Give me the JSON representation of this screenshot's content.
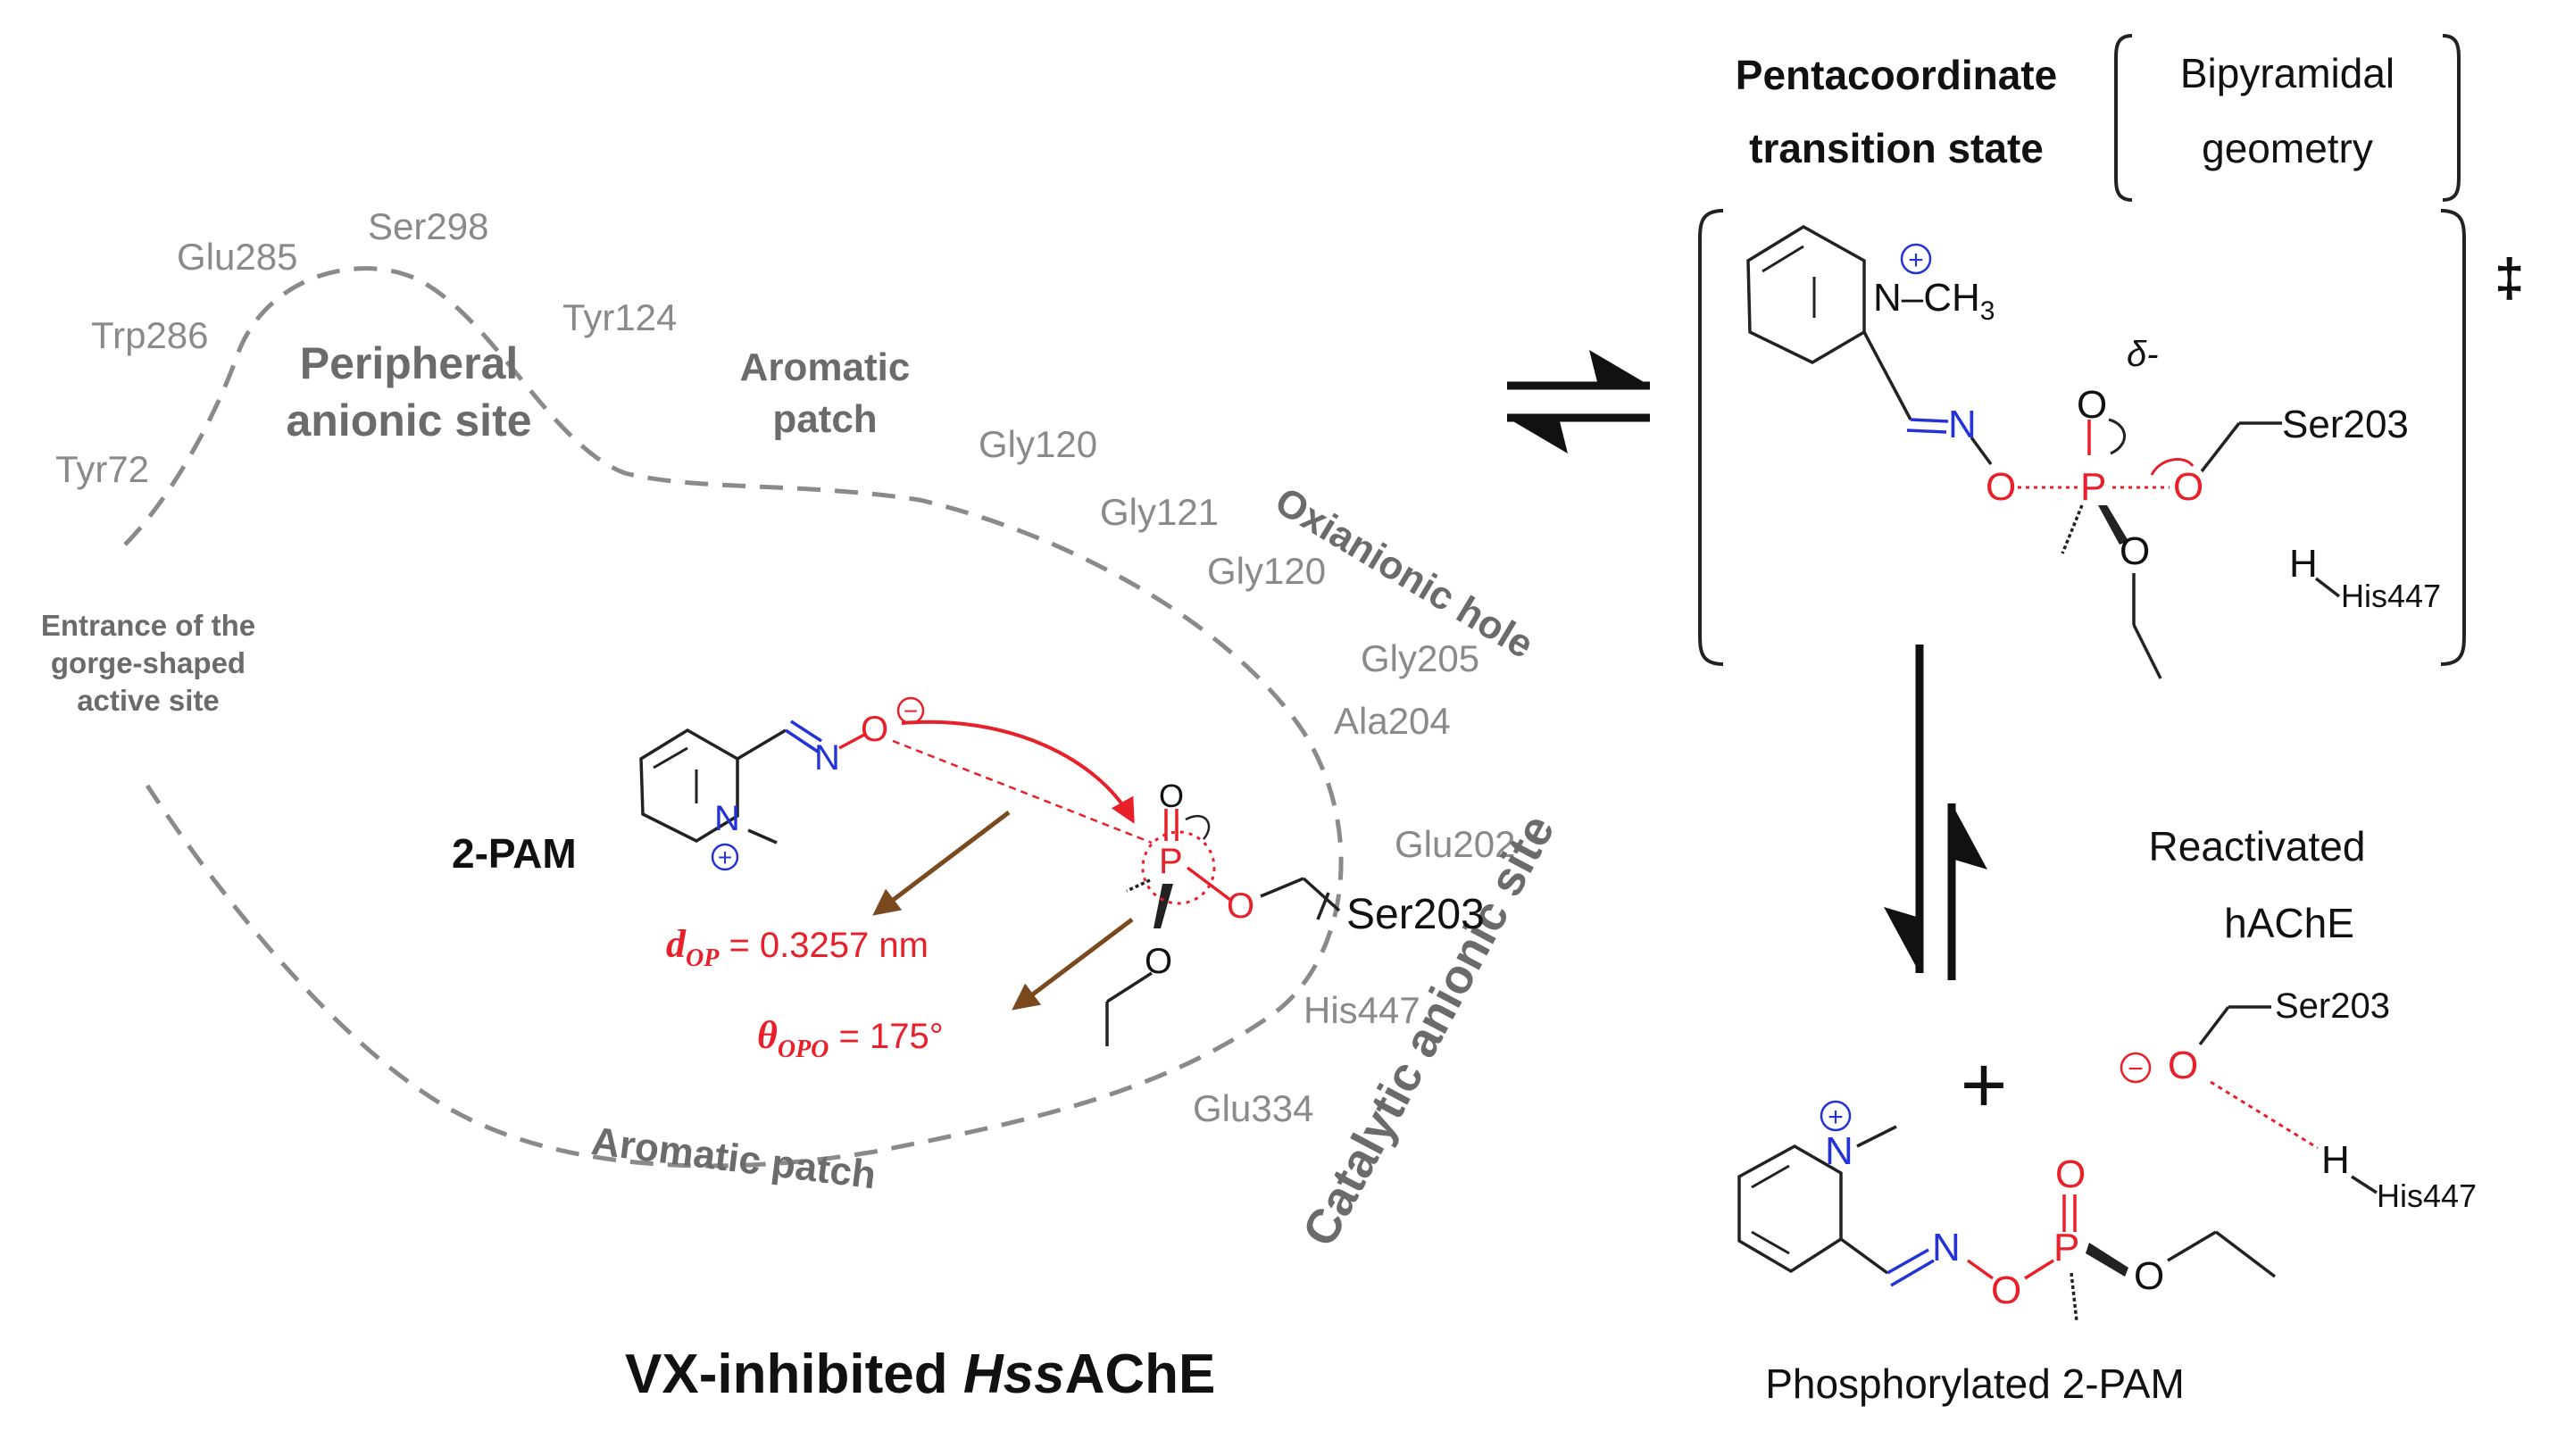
{
  "residues": {
    "glu285": "Glu285",
    "ser298": "Ser298",
    "trp286": "Trp286",
    "tyr124": "Tyr124",
    "tyr72": "Tyr72",
    "gly120_a": "Gly120",
    "gly121": "Gly121",
    "gly120_b": "Gly120",
    "gly205": "Gly205",
    "ala204": "Ala204",
    "glu202": "Glu202",
    "his447": "His447",
    "glu334": "Glu334"
  },
  "regions": {
    "peripheral_1": "Peripheral",
    "peripheral_2": "anionic site",
    "aromatic_top_1": "Aromatic",
    "aromatic_top_2": "patch",
    "oxianionic": "Oxianionic hole",
    "entrance_1": "Entrance of the",
    "entrance_2": "gorge-shaped",
    "entrance_3": "active site",
    "aromatic_bottom": "Aromatic patch",
    "catalytic": "Catalytic anionic site"
  },
  "left_complex": {
    "label_2pam": "2-PAM",
    "ser203": "Ser203",
    "d_symbol": "d",
    "d_sub": "OP",
    "d_value": " = 0.3257 nm",
    "theta_symbol": "θ",
    "theta_sub": "OPO",
    "theta_value": " = 175°"
  },
  "title": {
    "part1": "VX-inhibited ",
    "italic": "Hss",
    "part2": "AChE"
  },
  "transition_state": {
    "title_1": "Pentacoordinate",
    "title_2": "transition state",
    "geom_1": "Bipyramidal",
    "geom_2": "geometry",
    "dagger": "‡",
    "ch3": "N–CH",
    "ch3_sub": "3",
    "delta": "δ-",
    "ser203": "Ser203",
    "h": "H",
    "his447": "His447"
  },
  "products": {
    "reactivated_1": "Reactivated",
    "reactivated_2": "hAChE",
    "plus": "+",
    "ser203": "Ser203",
    "h": "H",
    "his447": "His447",
    "phos_label": "Phosphorylated 2-PAM"
  },
  "atoms": {
    "N": "N",
    "O": "O",
    "P": "P",
    "plus": "+",
    "minus": "−"
  },
  "colors": {
    "residue_gray": "#8a8a8a",
    "region_gray": "#6b6b6b",
    "red": "#e8202a",
    "blue": "#2433d6",
    "brown": "#7a4a1e"
  }
}
